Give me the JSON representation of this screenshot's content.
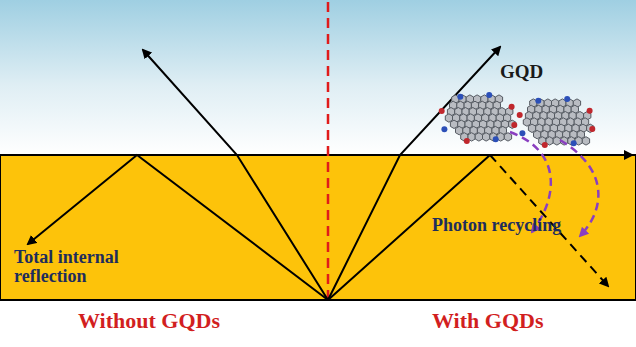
{
  "diagram": {
    "labels": [
      "GQD",
      "Photon recycling",
      "Total internal reflection",
      "Without GQDs",
      "With GQDs"
    ]
  }
}
